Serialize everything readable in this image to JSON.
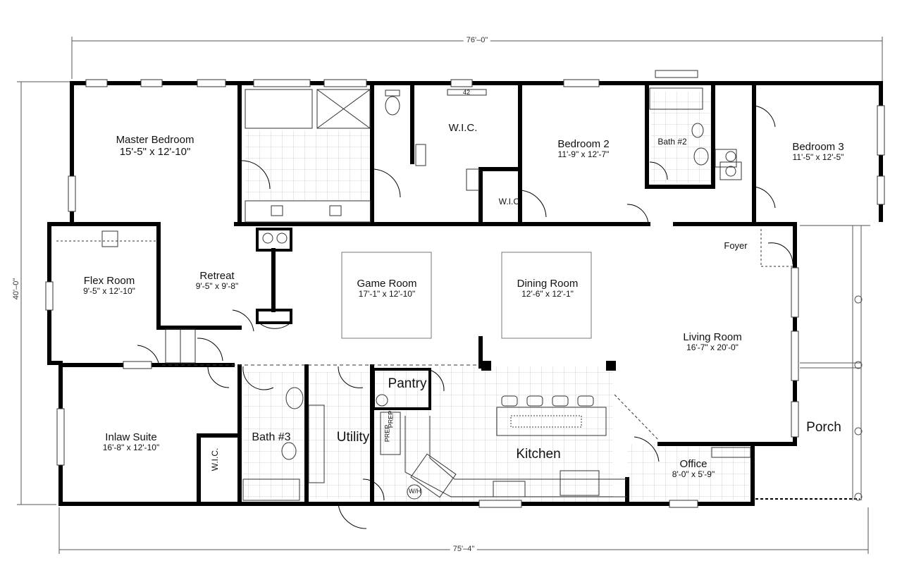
{
  "dimensions": {
    "overall_width_top": "76'–0\"",
    "overall_width_bottom": "75'–4\"",
    "overall_depth": "40'–0\""
  },
  "rooms": {
    "master_bedroom": {
      "name": "Master Bedroom",
      "size": "15'-5\" x 12'-10\""
    },
    "wic_master": {
      "name": "W.I.C."
    },
    "wic_small": {
      "name": "W.I.C."
    },
    "bedroom2": {
      "name": "Bedroom 2",
      "size": "11'-9\" x 12'-7\""
    },
    "bath2": {
      "name": "Bath #2"
    },
    "bedroom3": {
      "name": "Bedroom 3",
      "size": "11'-5\" x 12'-5\""
    },
    "flex_room": {
      "name": "Flex Room",
      "size": "9'-5\" x 12'-10\""
    },
    "retreat": {
      "name": "Retreat",
      "size": "9'-5\" x 9'-8\""
    },
    "game_room": {
      "name": "Game Room",
      "size": "17'-1\" x 12'-10\""
    },
    "dining_room": {
      "name": "Dining Room",
      "size": "12'-6\" x 12'-1\""
    },
    "foyer": {
      "name": "Foyer"
    },
    "living_room": {
      "name": "Living Room",
      "size": "16'-7\" x 20'-0\""
    },
    "inlaw_suite": {
      "name": "Inlaw Suite",
      "size": "16'-8\" x 12'-10\""
    },
    "wic_inlaw": {
      "name": "W.I.C."
    },
    "bath3": {
      "name": "Bath #3"
    },
    "utility": {
      "name": "Utility"
    },
    "pantry": {
      "name": "Pantry"
    },
    "kitchen": {
      "name": "Kitchen"
    },
    "office": {
      "name": "Office",
      "size": "8'-0\" x 5'-9\""
    },
    "porch": {
      "name": "Porch"
    }
  },
  "fixtures": {
    "water_heater": "W/H",
    "cabinet_label": "42",
    "prep_a": "PREP",
    "prep_b": "PREP"
  }
}
